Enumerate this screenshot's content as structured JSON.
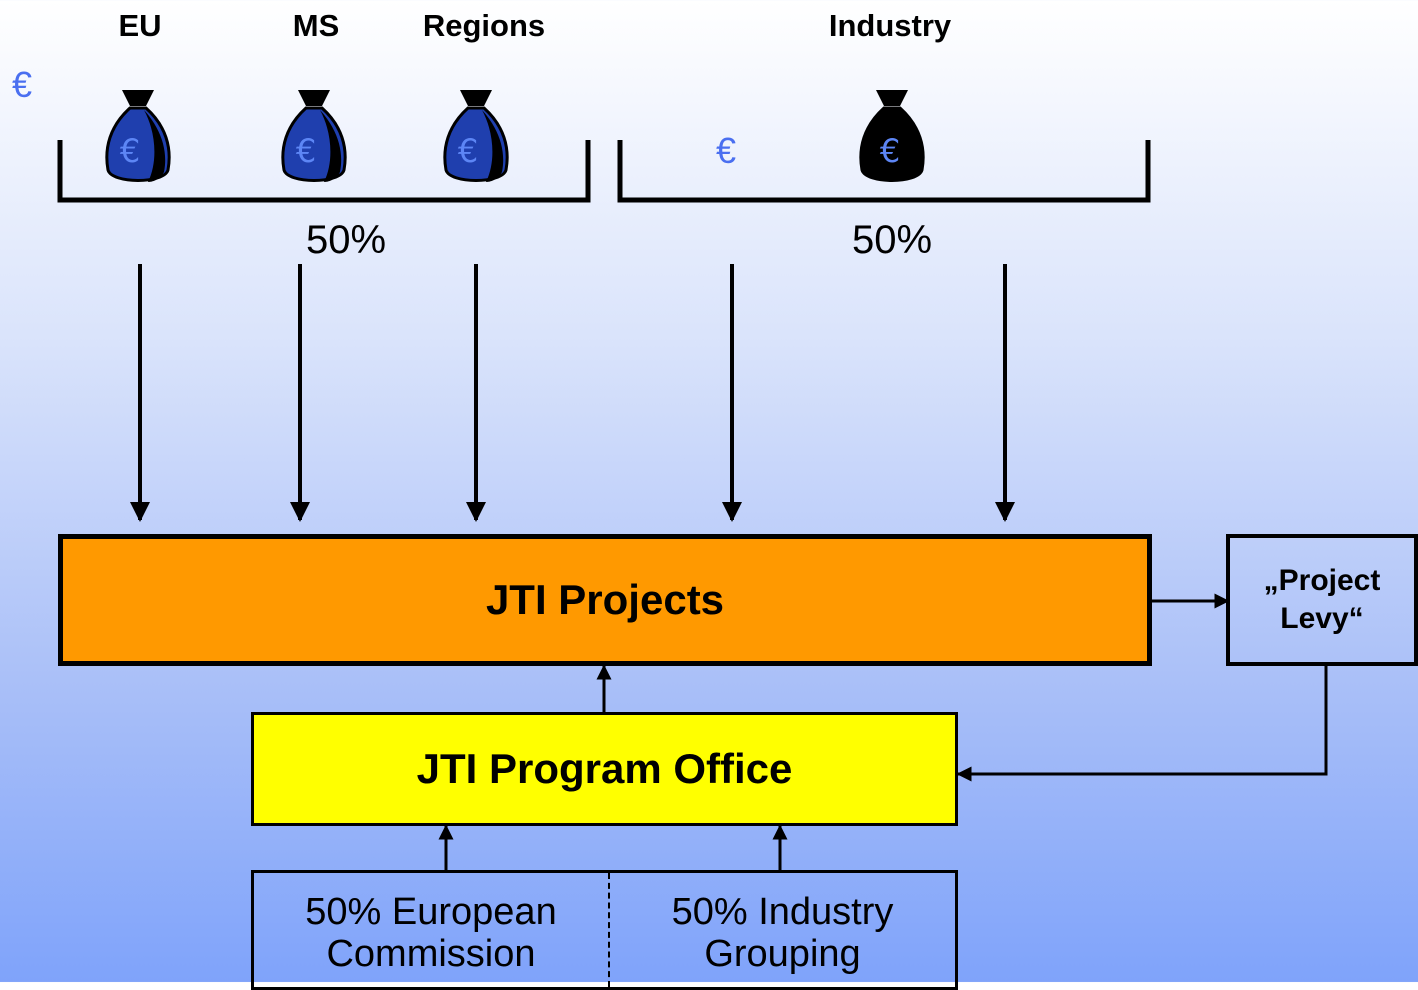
{
  "sources": {
    "eu": "EU",
    "ms": "MS",
    "regions": "Regions",
    "industry": "Industry"
  },
  "shares": {
    "public": "50%",
    "industry": "50%"
  },
  "icons": {
    "euro_symbol": "€",
    "public_bag_color": "#1f3fae",
    "industry_bag_color": "#000000",
    "euro_color": "#4a6ff0"
  },
  "boxes": {
    "jti_projects": "JTI Projects",
    "project_levy_line1": "„Project",
    "project_levy_line2": "Levy“",
    "program_office": "JTI Program Office",
    "commission_line1": "50% European",
    "commission_line2": "Commission",
    "industry_line1": "50% Industry",
    "industry_line2": "Grouping"
  },
  "colors": {
    "projects_fill": "#ff9900",
    "program_office_fill": "#ffff00"
  }
}
